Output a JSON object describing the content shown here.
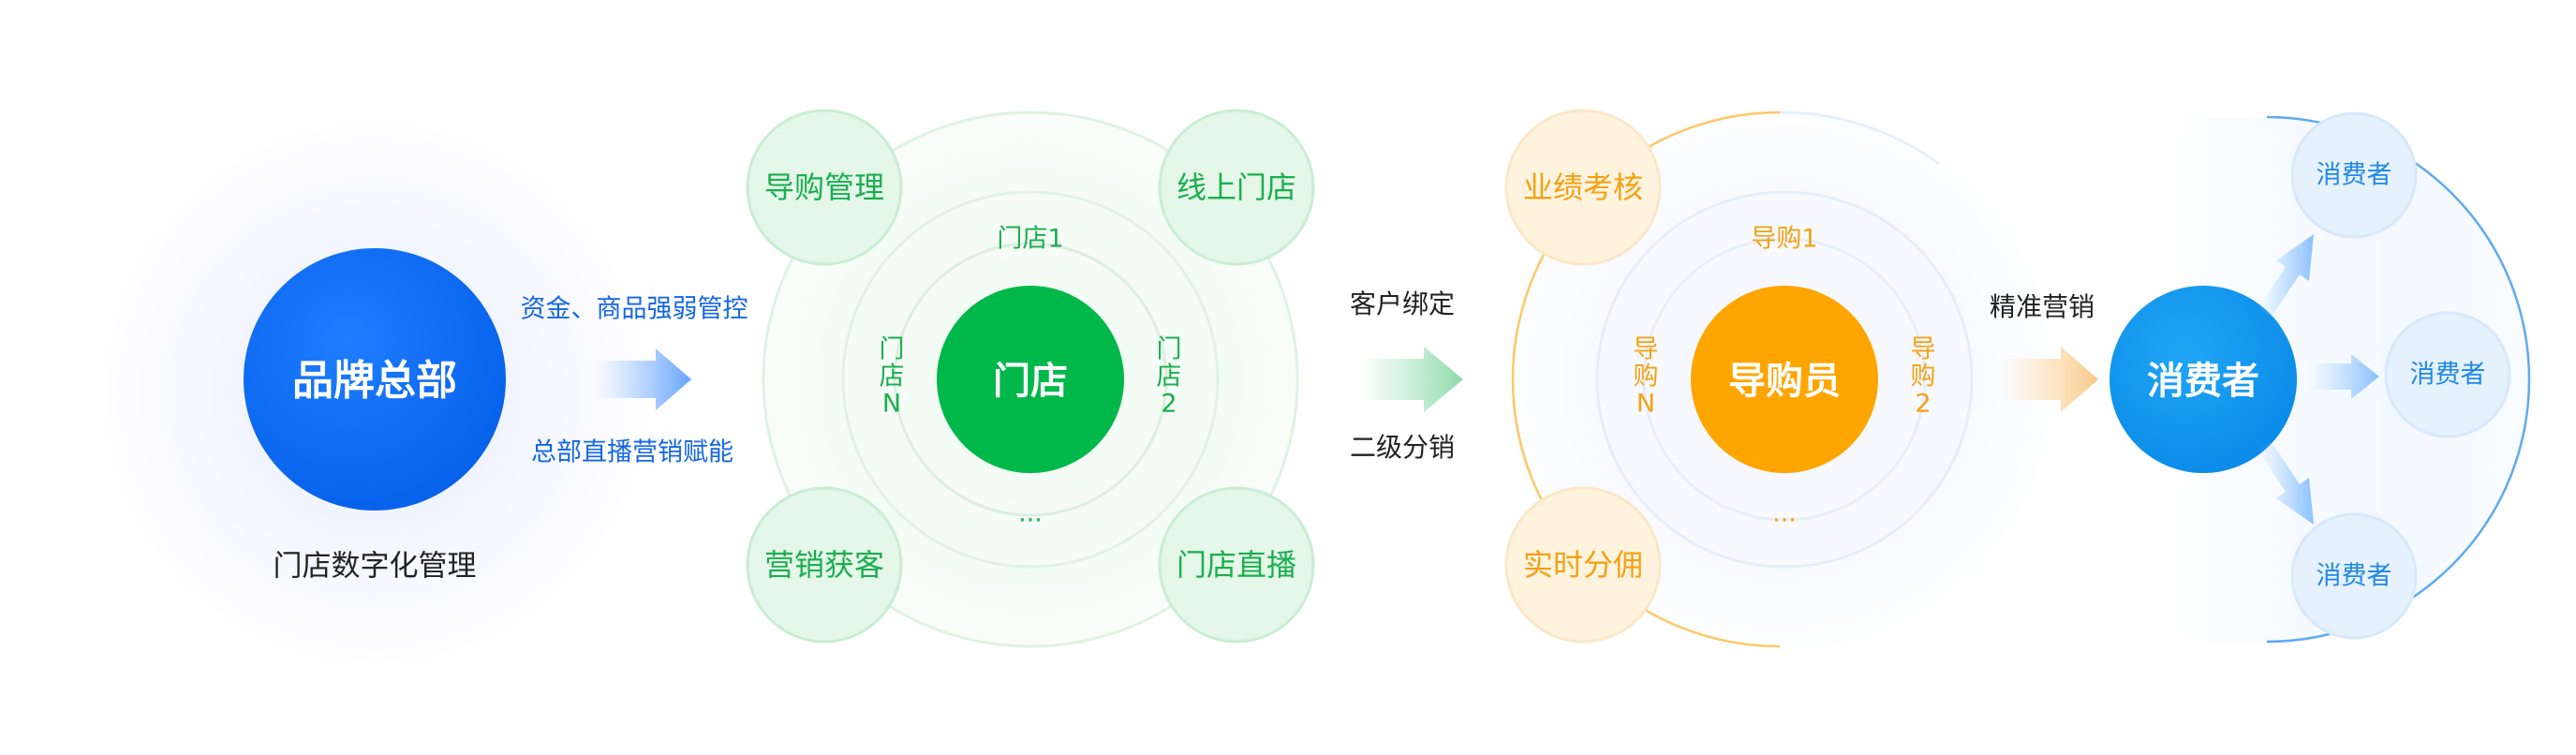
{
  "colors": {
    "brand_blue": "#0A6CF5",
    "green": "#00B84A",
    "green_text": "#1AAE4E",
    "orange": "#FFA500",
    "orange_text": "#F5A012",
    "consumer_blue": "#0A96F0",
    "consumer_text": "#1E88E5",
    "label_blue": "#1366E6"
  },
  "hq": {
    "title": "品牌总部",
    "caption": "门店数字化管理",
    "arrow_top_label": "资金、商品强弱管控",
    "arrow_bottom_label": "总部直播营销赋能"
  },
  "store": {
    "center": "门店",
    "ring_top": "门店1",
    "ring_left": "门店N",
    "ring_right": "门店2",
    "ring_bottom": "...",
    "satellites": {
      "top_left": "导购管理",
      "top_right": "线上门店",
      "bottom_left": "营销获客",
      "bottom_right": "门店直播"
    }
  },
  "link": {
    "top": "客户绑定",
    "bottom": "二级分销"
  },
  "guide": {
    "center": "导购员",
    "ring_top": "导购1",
    "ring_left": "导购N",
    "ring_right": "导购2",
    "ring_bottom": "...",
    "satellites": {
      "top": "业绩考核",
      "bottom": "实时分佣"
    },
    "arrow_label": "精准营销"
  },
  "consumer": {
    "center": "消费者",
    "satellites": {
      "top": "消费者",
      "right": "消费者",
      "bottom": "消费者"
    }
  }
}
